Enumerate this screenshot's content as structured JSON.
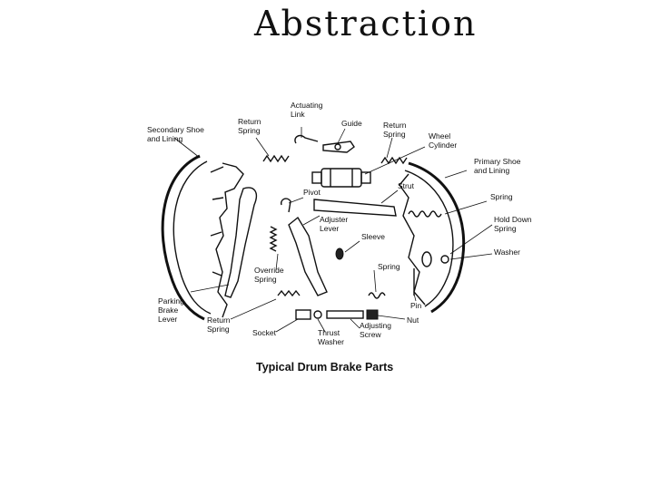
{
  "slide": {
    "title": "Abstraction"
  },
  "diagram": {
    "caption": "Typical Drum Brake Parts",
    "labels": {
      "actuating_link": [
        "Actuating",
        "Link"
      ],
      "guide": [
        "Guide"
      ],
      "return_spring_top_left": [
        "Return",
        "Spring"
      ],
      "return_spring_top_right": [
        "Return",
        "Spring"
      ],
      "secondary_shoe": [
        "Secondary Shoe",
        "and Lining"
      ],
      "wheel_cylinder": [
        "Wheel",
        "Cylinder"
      ],
      "primary_shoe": [
        "Primary Shoe",
        "and Lining"
      ],
      "strut": [
        "Strut"
      ],
      "pivot": [
        "Pivot"
      ],
      "spring_right": [
        "Spring"
      ],
      "adjuster_lever": [
        "Adjuster",
        "Lever"
      ],
      "sleeve": [
        "Sleeve"
      ],
      "hold_down_spring": [
        "Hold Down",
        "Spring"
      ],
      "washer": [
        "Washer"
      ],
      "override_spring": [
        "Override",
        "Spring"
      ],
      "spring_center": [
        "Spring"
      ],
      "pin": [
        "Pin"
      ],
      "parking_brake_lever": [
        "Parking",
        "Brake",
        "Lever"
      ],
      "return_spring_bottom": [
        "Return",
        "Spring"
      ],
      "socket": [
        "Socket"
      ],
      "thrust_washer": [
        "Thrust",
        "Washer"
      ],
      "adjusting_screw": [
        "Adjusting",
        "Screw"
      ],
      "nut": [
        "Nut"
      ]
    }
  }
}
